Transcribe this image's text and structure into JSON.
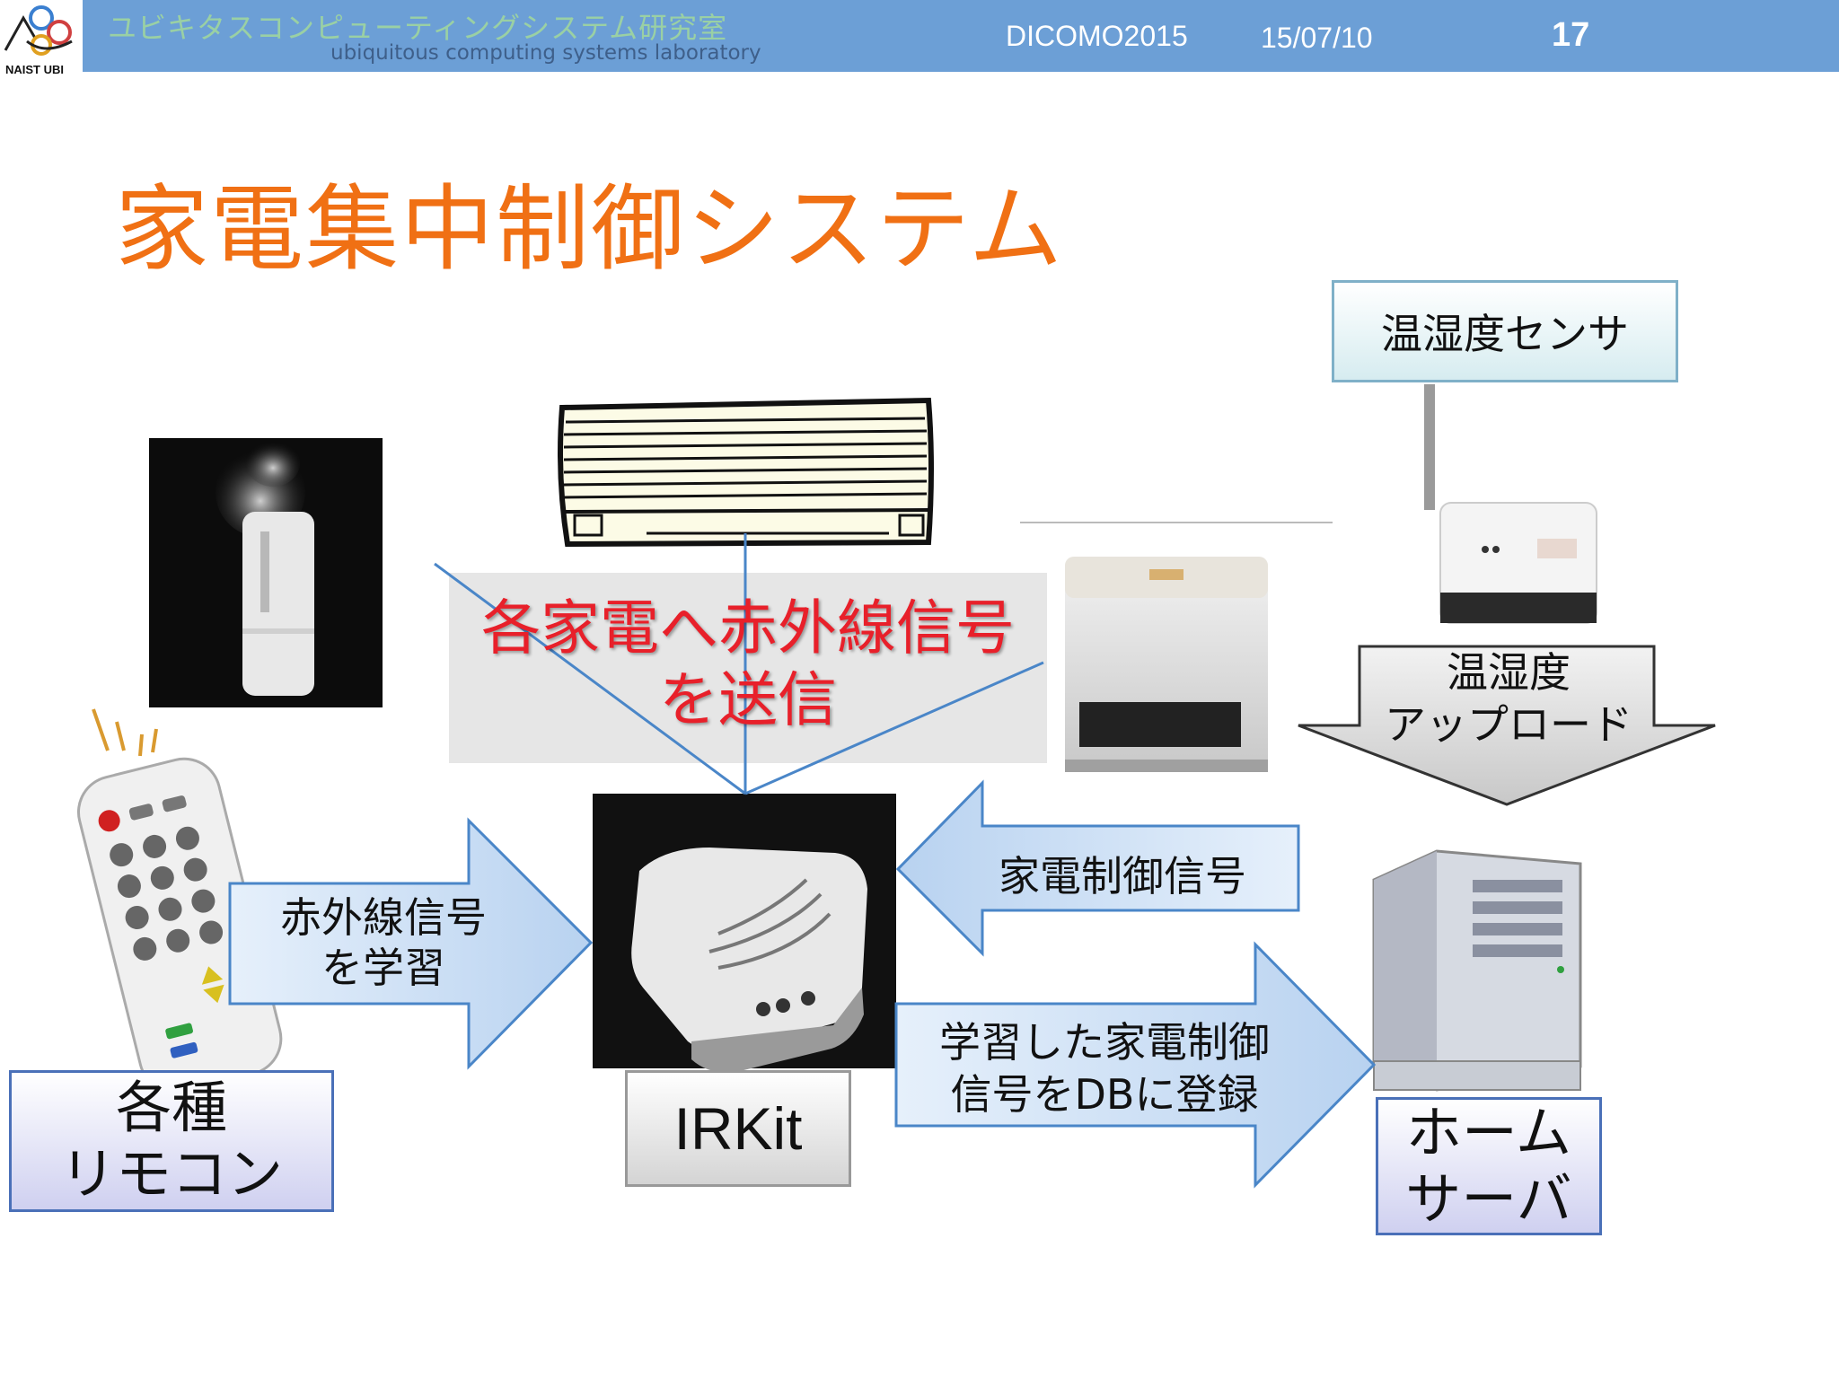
{
  "header": {
    "lab_name_jp": "ユビキタスコンピューティングシステム研究室",
    "lab_name_en": "ubiquitous computing systems laboratory",
    "conference": "DICOMO2015",
    "date": "15/07/10",
    "page_number": "17",
    "logo_text": "NAIST UBI"
  },
  "title": "家電集中制御システム",
  "nodes": {
    "sensor": "温湿度センサ",
    "transmit_line1": "各家電へ赤外線信号",
    "transmit_line2": "を送信",
    "remote_line1": "各種",
    "remote_line2": "リモコン",
    "irkit": "IRKit",
    "server_line1": "ホーム",
    "server_line2": "サーバ"
  },
  "arrows": {
    "learn_line1": "赤外線信号",
    "learn_line2": "を学習",
    "control": "家電制御信号",
    "register_line1": "学習した家電制御",
    "register_line2": "信号をDBに登録",
    "upload_line1": "温湿度",
    "upload_line2": "アップロード"
  },
  "colors": {
    "header_bar": "#6c9fd6",
    "title": "#f07014",
    "transmit_text": "#e8202a",
    "arrow_fill": "#c9ddf5",
    "arrow_stroke": "#4a86c8"
  }
}
